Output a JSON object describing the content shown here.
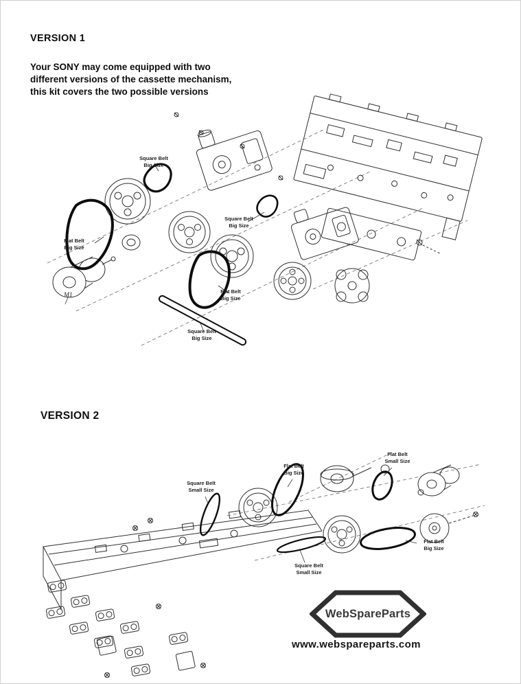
{
  "version1": {
    "title": "VERSION 1",
    "description": "Your SONY may come equipped with two different versions of the cassette mechanism, this kit covers the two possible versions",
    "labels": [
      {
        "text": "Square Belt\nBig Size"
      },
      {
        "text": "Flat Belt\nBig Size"
      },
      {
        "text": "M1"
      },
      {
        "text": "Square Belt\nBig Size"
      },
      {
        "text": "Flat Belt\nBig Size"
      },
      {
        "text": "Square Belt\nBig Size"
      }
    ]
  },
  "version2": {
    "title": "VERSION 2",
    "labels": [
      {
        "text": "Square Belt\nSmall Size"
      },
      {
        "text": "Flat Belt\nBig Size"
      },
      {
        "text": "Flat Belt\nSmall Size"
      },
      {
        "text": "Square Belt\nSmall Size"
      },
      {
        "text": "Flat Belt\nBig Size"
      }
    ]
  },
  "branding": {
    "logo_text": "WebSpareParts",
    "website": "www.webspareparts.com"
  },
  "colors": {
    "line": "#2e2e2e",
    "belt": "#0d0d0d",
    "accent": "#3a3a3a"
  }
}
